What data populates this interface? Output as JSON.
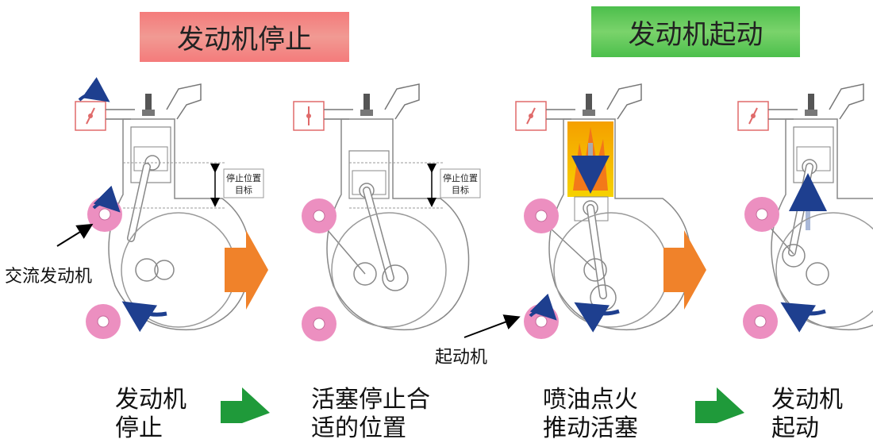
{
  "titles": {
    "engine_stop": "发动机停止",
    "engine_start": "发动机起动"
  },
  "labels": {
    "ac_motor": "交流发动机",
    "starter": "起动机",
    "stop_position": [
      "停止位置",
      "目标"
    ]
  },
  "captions": [
    {
      "lines": [
        "发动机",
        "停止"
      ]
    },
    {
      "lines": [
        "活塞停止合",
        "适的位置"
      ]
    },
    {
      "lines": [
        "喷油点火",
        "推动活塞"
      ]
    },
    {
      "lines": [
        "发动机",
        "起动"
      ]
    }
  ],
  "colors": {
    "stop_banner": "#f47b7b",
    "start_banner": "#5ec75a",
    "arrow_orange": "#f0822a",
    "arrow_green": "#1f9a3a",
    "pulley_pink": "#ec8fc0",
    "combustion_yellow": "#f5d000",
    "flame_orange": "#f26b1d",
    "rotation_blue": "#1e3f8f"
  }
}
